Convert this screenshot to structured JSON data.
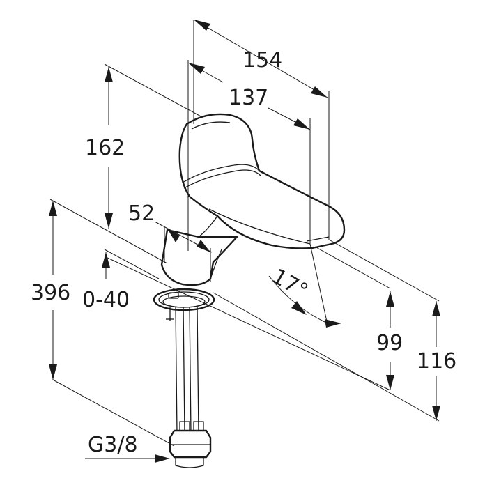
{
  "dimensions": {
    "d154": "154",
    "d137": "137",
    "d162": "162",
    "d52": "52",
    "d396": "396",
    "d0_40": "0-40",
    "d17": "17°",
    "d99": "99",
    "d116": "116",
    "g38": "G3/8"
  }
}
